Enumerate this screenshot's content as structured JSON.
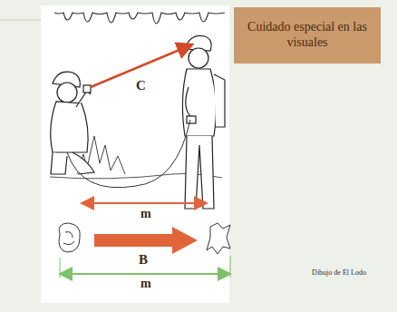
{
  "diagram": {
    "nodes": [
      {
        "text": [
          "Cuidado especial en las visuales"
        ]
      }
    ],
    "labels": [
      "C",
      "m",
      "B",
      "m",
      "Dibujo de El Lodo"
    ]
  }
}
